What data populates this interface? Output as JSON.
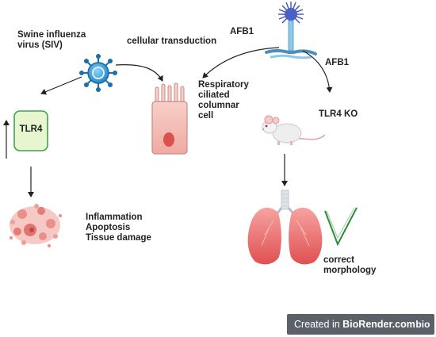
{
  "labels": {
    "siv_line1": "Swine influenza",
    "siv_line2": "virus (SIV)",
    "cellular_transduction": "cellular transduction",
    "afb1_top": "AFB1",
    "afb1_right": "AFB1",
    "cell_line1": "Respiratory",
    "cell_line2": "ciliated",
    "cell_line3": "columnar",
    "cell_line4": "cell",
    "tlr4": "TLR4",
    "tlr4_ko": "TLR4 KO",
    "outcome_line1": "Inflammation",
    "outcome_line2": "Apoptosis",
    "outcome_line3": "Tissue damage",
    "correct_line1": "correct",
    "correct_line2": "morphology"
  },
  "watermark": {
    "prefix": "Created in",
    "brand": "BioRender.com",
    "logo": "bio"
  },
  "icons": {
    "virus": "virus-icon",
    "fungus": "aspergillus-fungus-icon",
    "cell": "ciliated-cell-icon",
    "mouse": "mouse-icon",
    "lungs": "lungs-icon",
    "damaged_tissue": "damaged-tissue-icon",
    "checkmark": "checkmark-icon"
  },
  "colors": {
    "virus_blue": "#2a8fd0",
    "receptor_green": "#3fa34d",
    "cell_pink": "#f2b8b0",
    "lung_red": "#e2575a",
    "check_green": "#2f8a3a"
  }
}
